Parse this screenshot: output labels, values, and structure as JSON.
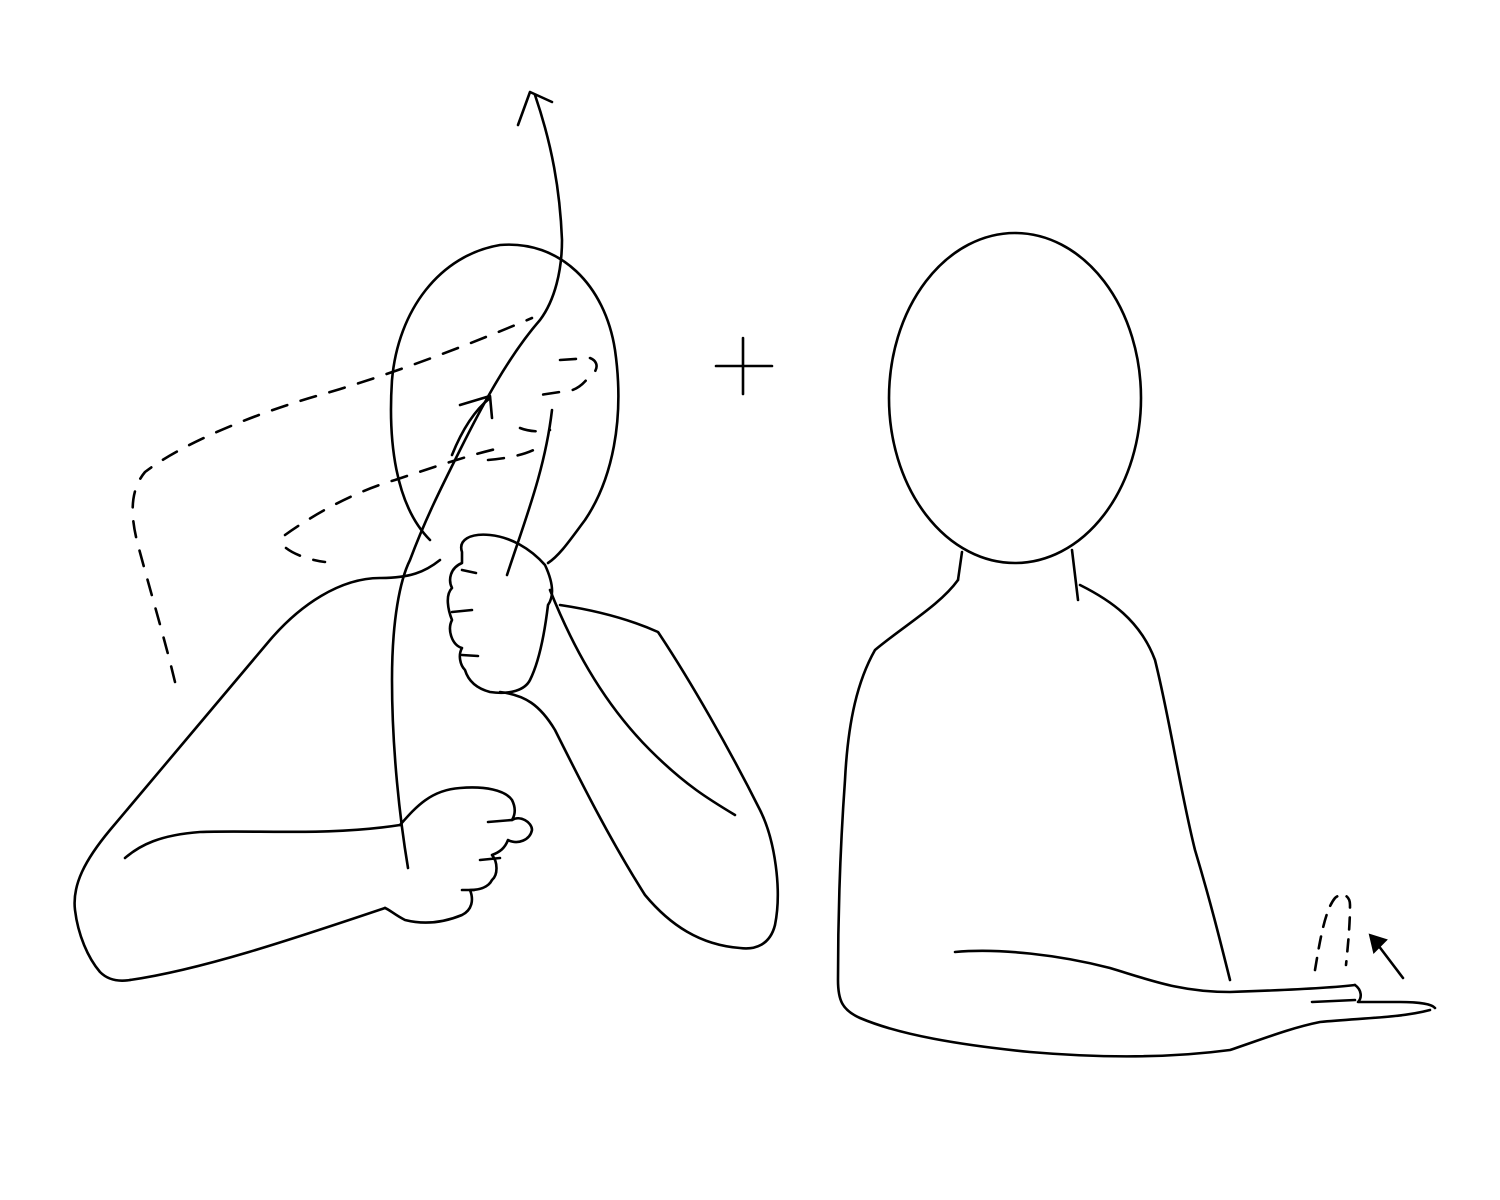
{
  "figure": {
    "ink_color": "#000000",
    "background_color": "#ffffff",
    "panels": [
      {
        "name": "first-sign",
        "parts": [
          "head",
          "torso",
          "left-arm-fist",
          "right-arm-fist",
          "upward-movement-arrow",
          "dashed-path-arrow",
          "dashed-hand-outline"
        ]
      },
      {
        "name": "second-sign",
        "parts": [
          "head",
          "torso",
          "forearm-flat-hand",
          "dashed-finger-motion",
          "small-movement-arrow"
        ]
      }
    ],
    "connector_symbol": "plus-sign"
  }
}
